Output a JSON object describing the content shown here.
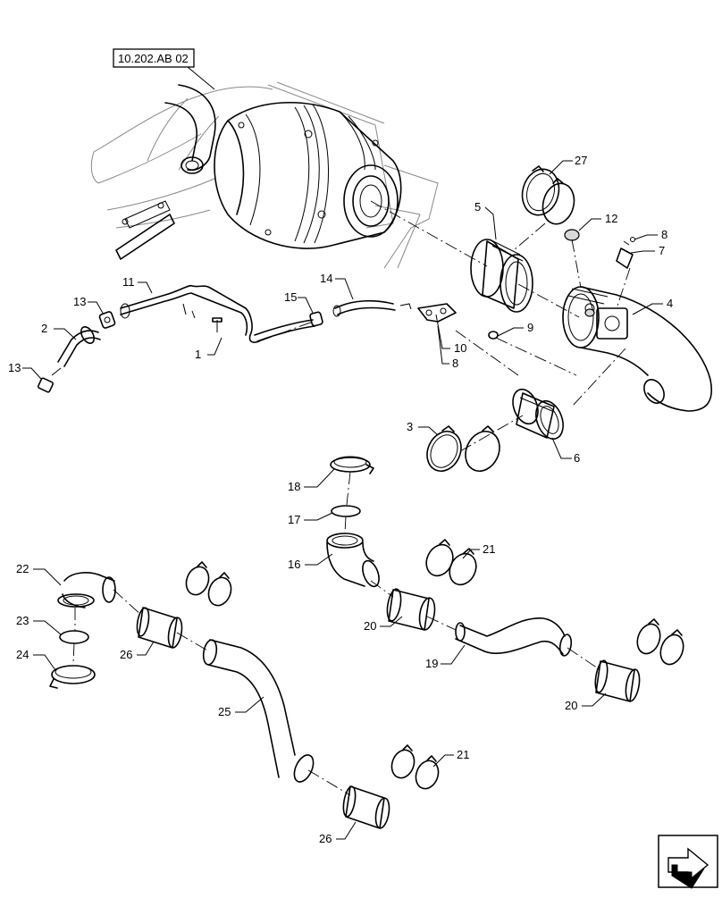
{
  "reference_label": "10.202.AB 02",
  "callouts": {
    "c1": "1",
    "c2": "2",
    "c3": "3",
    "c4": "4",
    "c5": "5",
    "c6": "6",
    "c7": "7",
    "c8a": "8",
    "c8b": "8",
    "c9": "9",
    "c10": "10",
    "c11": "11",
    "c12": "12",
    "c13a": "13",
    "c13b": "13",
    "c14": "14",
    "c15": "15",
    "c16": "16",
    "c17": "17",
    "c18": "18",
    "c19": "19",
    "c20a": "20",
    "c20b": "20",
    "c21a": "21",
    "c21b": "21",
    "c22": "22",
    "c23": "23",
    "c24": "24",
    "c25": "25",
    "c26a": "26",
    "c26b": "26",
    "c27": "27"
  },
  "icons": {
    "nav": "next-page-arrow-icon"
  }
}
